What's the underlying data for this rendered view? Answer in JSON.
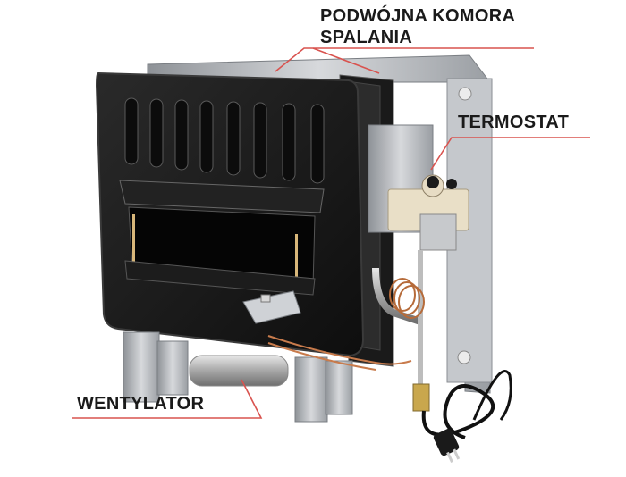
{
  "labels": {
    "chamber_line1": "PODWÓJNA KOMORA",
    "chamber_line2": "SPALANIA",
    "thermostat": "TERMOSTAT",
    "fan": "WENTYLATOR"
  },
  "colors": {
    "leader_line": "#d9534f",
    "text": "#1a1a1a",
    "panel": "#1b1b1b",
    "metal": "#b9bcc0"
  }
}
